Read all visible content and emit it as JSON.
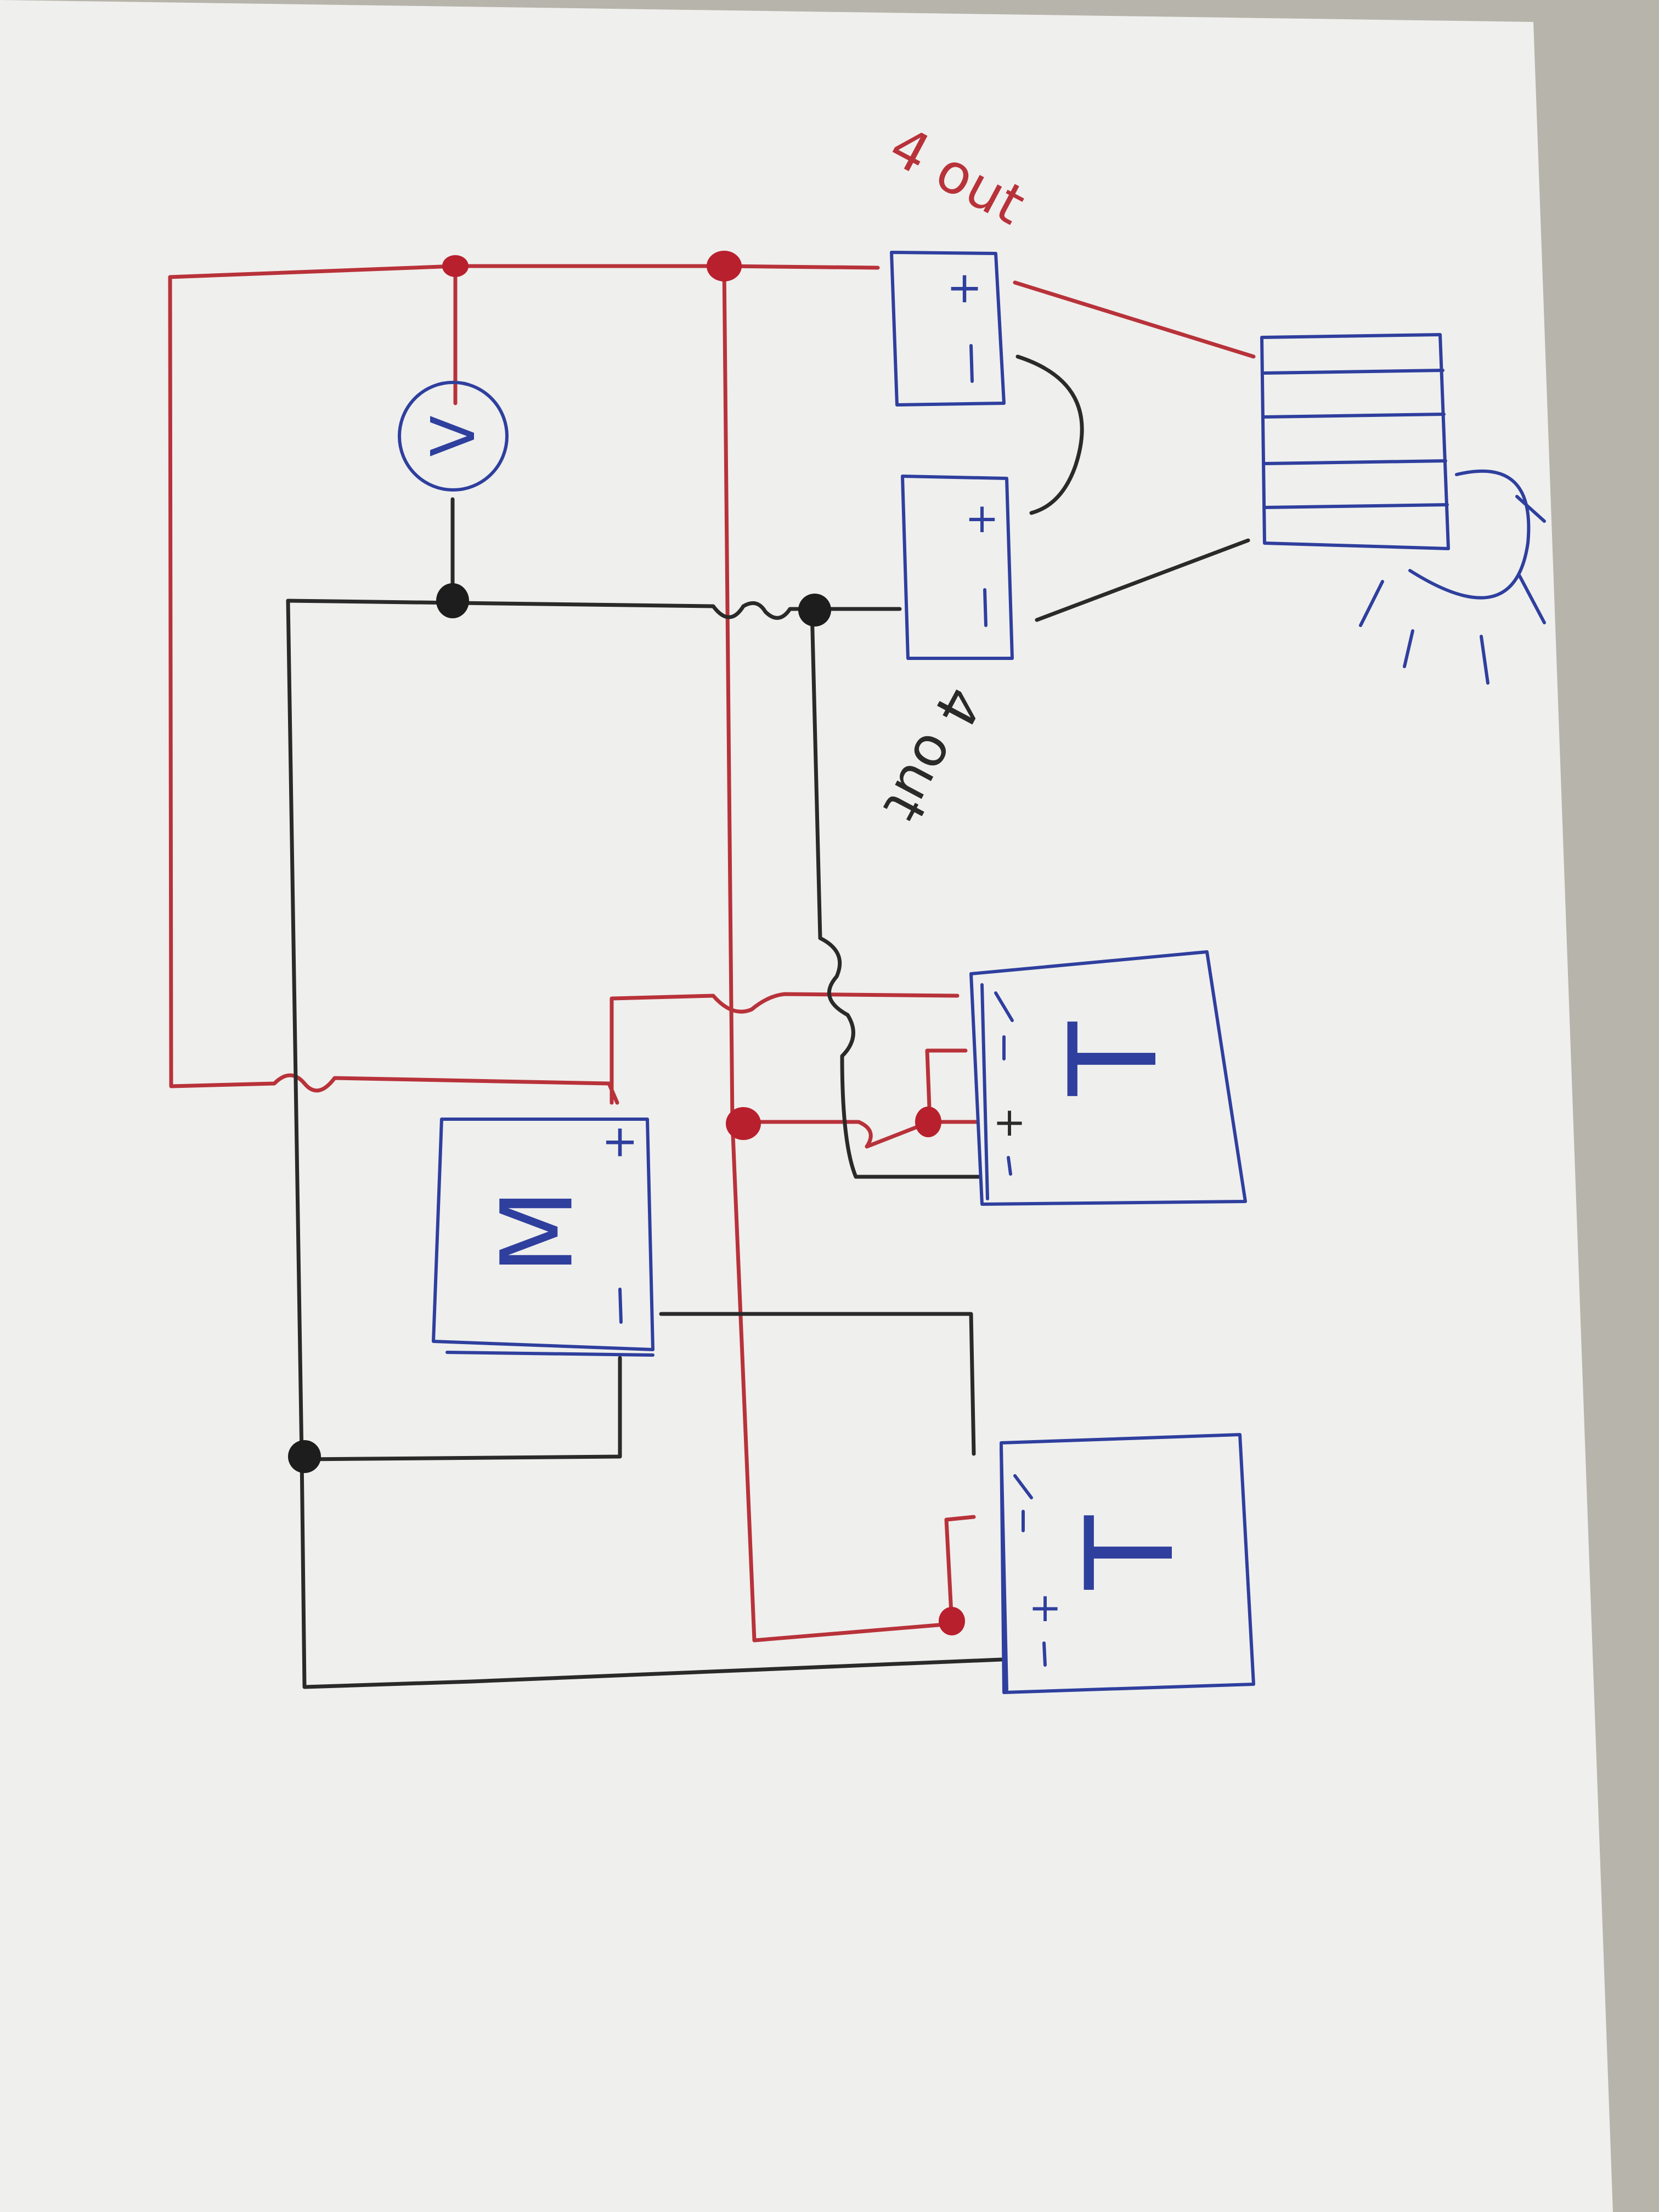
{
  "colors": {
    "red_wire": "#b8323a",
    "black_wire": "#2a2a2a",
    "blue_ink": "#2f3f9e",
    "paper": "#efefed"
  },
  "labels": {
    "upper_battery": "4 out",
    "lower_battery": "4 out",
    "meter_symbol": "V",
    "motor_symbol": "M",
    "switch_top_symbol": "T",
    "switch_bottom_symbol": "T",
    "plus": "+",
    "minus": "−"
  }
}
